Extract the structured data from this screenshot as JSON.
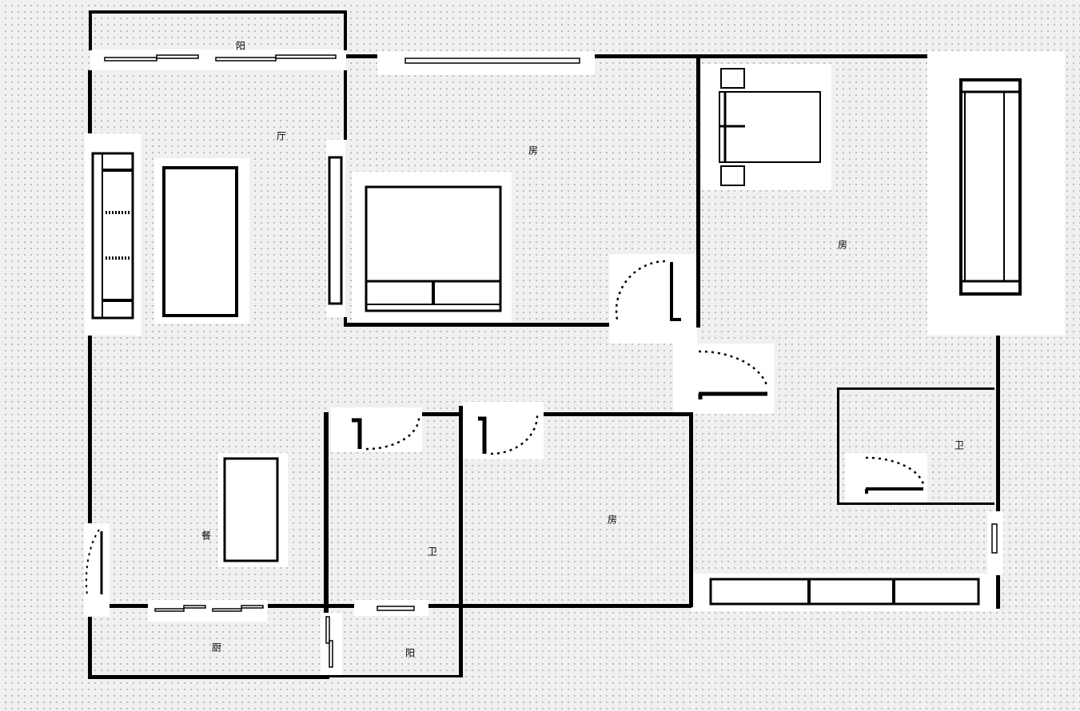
{
  "title": "Apartment floor plan",
  "rooms": {
    "balcony_top": "阳",
    "living": "厅",
    "bedroom_master": "房",
    "bedroom_second": "房",
    "bath_right": "卫",
    "bedroom_third": "房",
    "dining": "餐",
    "bath_center": "卫",
    "kitchen": "厨",
    "balcony_bottom": "阳"
  },
  "colors": {
    "wall": "#000000",
    "background": "#f0f0f0",
    "furniture": "#ffffff"
  }
}
